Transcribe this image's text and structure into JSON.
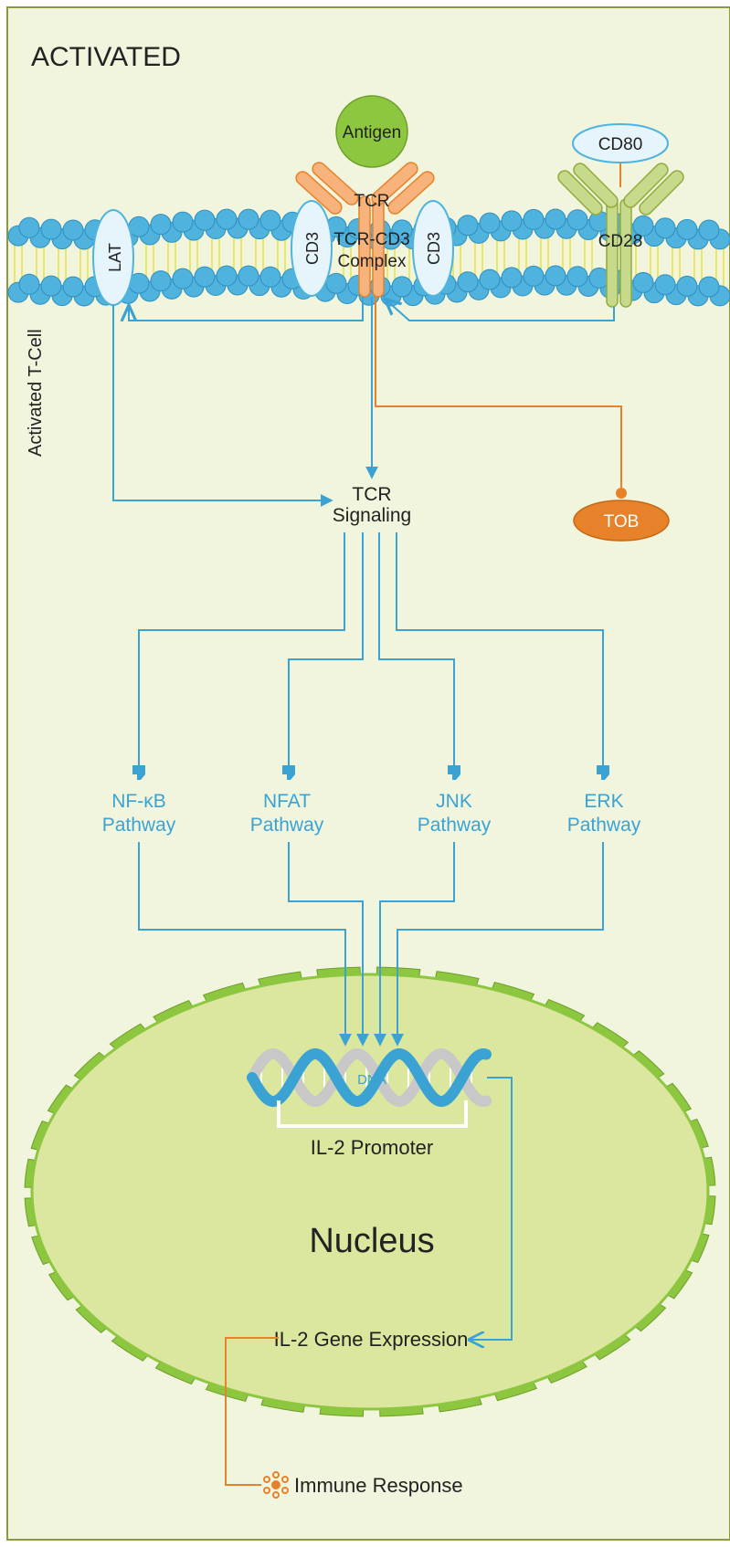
{
  "panel_title": "ACTIVATED",
  "cell_label": "Activated T-Cell",
  "antigen": "Antigen",
  "cd80": "CD80",
  "tcr": "TCR",
  "tcr_cd3_line1": "TCR-CD3",
  "tcr_cd3_line2": "Complex",
  "cd3_left": "CD3",
  "cd3_right": "CD3",
  "lat": "LAT",
  "cd28": "CD28",
  "tcr_signaling_line1": "TCR",
  "tcr_signaling_line2": "Signaling",
  "tob": "TOB",
  "pathways": [
    {
      "name": "NF-κB",
      "suffix": "Pathway"
    },
    {
      "name": "NFAT",
      "suffix": "Pathway"
    },
    {
      "name": "JNK",
      "suffix": "Pathway"
    },
    {
      "name": "ERK",
      "suffix": "Pathway"
    }
  ],
  "dna": "DNA",
  "il2_promoter": "IL-2 Promoter",
  "nucleus": "Nucleus",
  "il2_expression": "IL-2 Gene Expression",
  "immune_response": "Immune Response",
  "colors": {
    "background": "#f1f5dd",
    "border": "#8a9a3c",
    "membrane_head": "#4fb3de",
    "membrane_tail": "#e8e43a",
    "receptor_fill": "#e6f4fb",
    "receptor_stroke": "#4fb3de",
    "tcr_fill": "#f8b27c",
    "tcr_stroke": "#e8822a",
    "antigen": "#8dc63f",
    "cd28_fill": "#c7d98a",
    "cd28_stroke": "#93ab3c",
    "arrow_blue": "#3aa3d4",
    "arrow_orange": "#e8822a",
    "tob": "#e8822a",
    "nucleus_fill": "#dbe69f",
    "nucleus_rim": "#8dc63f",
    "text": "#222222"
  }
}
